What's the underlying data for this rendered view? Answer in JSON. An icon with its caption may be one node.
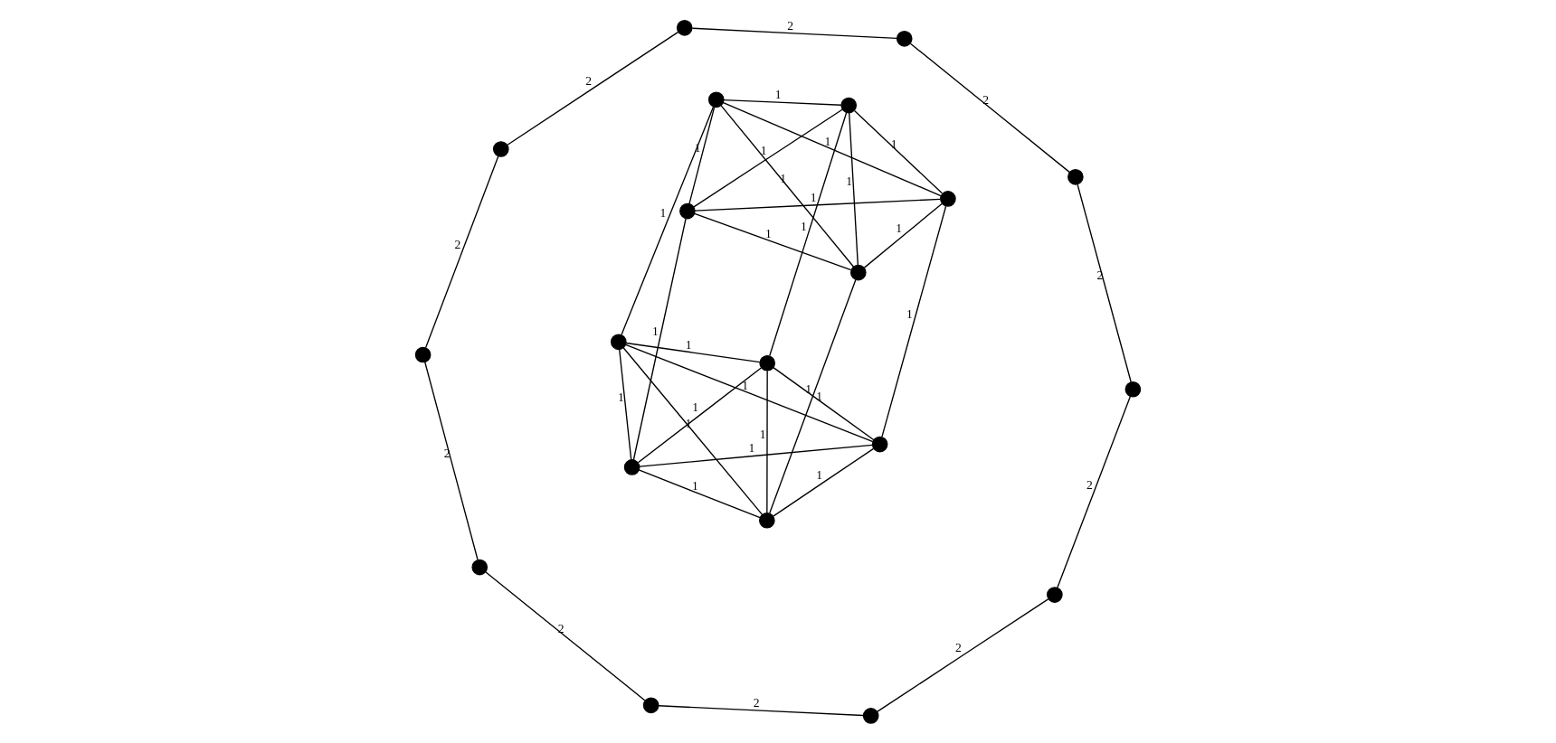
{
  "diagram": {
    "nodes": [
      {
        "text": [],
        "shape": "circle"
      },
      {
        "text": [],
        "shape": "circle"
      },
      {
        "text": [],
        "shape": "circle"
      },
      {
        "text": [],
        "shape": "circle"
      },
      {
        "text": [],
        "shape": "circle"
      },
      {
        "text": [],
        "shape": "circle"
      },
      {
        "text": [],
        "shape": "circle"
      },
      {
        "text": [],
        "shape": "circle"
      },
      {
        "text": [],
        "shape": "circle"
      },
      {
        "text": [],
        "shape": "circle"
      },
      {
        "text": [],
        "shape": "circle"
      },
      {
        "text": [],
        "shape": "circle"
      },
      {
        "text": [],
        "shape": "circle"
      },
      {
        "text": [],
        "shape": "circle"
      },
      {
        "text": [],
        "shape": "circle"
      },
      {
        "text": [],
        "shape": "circle"
      },
      {
        "text": [],
        "shape": "circle"
      },
      {
        "text": [],
        "shape": "circle"
      },
      {
        "text": [],
        "shape": "circle"
      },
      {
        "text": [],
        "shape": "circle"
      }
    ],
    "edges": [
      {
        "from": 0,
        "to": 1,
        "arrow": "none",
        "label": "1"
      },
      {
        "from": 0,
        "to": 2,
        "arrow": "none",
        "label": "1"
      },
      {
        "from": 0,
        "to": 3,
        "arrow": "none",
        "label": "1"
      },
      {
        "from": 0,
        "to": 4,
        "arrow": "none",
        "label": "1"
      },
      {
        "from": 1,
        "to": 2,
        "arrow": "none",
        "label": "1"
      },
      {
        "from": 1,
        "to": 3,
        "arrow": "none",
        "label": "1"
      },
      {
        "from": 1,
        "to": 4,
        "arrow": "none",
        "label": "1"
      },
      {
        "from": 2,
        "to": 3,
        "arrow": "none",
        "label": "1"
      },
      {
        "from": 2,
        "to": 4,
        "arrow": "none",
        "label": "1"
      },
      {
        "from": 3,
        "to": 4,
        "arrow": "none",
        "label": "1"
      },
      {
        "from": 5,
        "to": 6,
        "arrow": "none",
        "label": "1"
      },
      {
        "from": 5,
        "to": 7,
        "arrow": "none",
        "label": "1"
      },
      {
        "from": 5,
        "to": 8,
        "arrow": "none",
        "label": "1"
      },
      {
        "from": 5,
        "to": 9,
        "arrow": "none",
        "label": "1"
      },
      {
        "from": 6,
        "to": 7,
        "arrow": "none",
        "label": "1"
      },
      {
        "from": 6,
        "to": 8,
        "arrow": "none",
        "label": "1"
      },
      {
        "from": 6,
        "to": 9,
        "arrow": "none",
        "label": "1"
      },
      {
        "from": 7,
        "to": 8,
        "arrow": "none",
        "label": "1"
      },
      {
        "from": 7,
        "to": 9,
        "arrow": "none",
        "label": "1"
      },
      {
        "from": 8,
        "to": 9,
        "arrow": "none",
        "label": "1"
      },
      {
        "from": 5,
        "to": 0,
        "arrow": "none",
        "label": "1"
      },
      {
        "from": 6,
        "to": 1,
        "arrow": "none",
        "label": "1"
      },
      {
        "from": 7,
        "to": 3,
        "arrow": "none",
        "label": "1"
      },
      {
        "from": 8,
        "to": 2,
        "arrow": "none",
        "label": "1"
      },
      {
        "from": 9,
        "to": 4,
        "arrow": "none",
        "label": "1"
      },
      {
        "from": 10,
        "to": 11,
        "arrow": "none",
        "label": "2"
      },
      {
        "from": 11,
        "to": 12,
        "arrow": "none",
        "label": "2"
      },
      {
        "from": 12,
        "to": 13,
        "arrow": "none",
        "label": "2"
      },
      {
        "from": 13,
        "to": 14,
        "arrow": "none",
        "label": "2"
      },
      {
        "from": 14,
        "to": 15,
        "arrow": "none",
        "label": "2"
      },
      {
        "from": 15,
        "to": 16,
        "arrow": "none",
        "label": "2"
      },
      {
        "from": 16,
        "to": 17,
        "arrow": "none",
        "label": "2"
      },
      {
        "from": 17,
        "to": 18,
        "arrow": "none",
        "label": "2"
      },
      {
        "from": 18,
        "to": 19,
        "arrow": "none",
        "label": "2"
      },
      {
        "from": 19,
        "to": 10,
        "arrow": "none",
        "label": "2"
      }
    ]
  }
}
